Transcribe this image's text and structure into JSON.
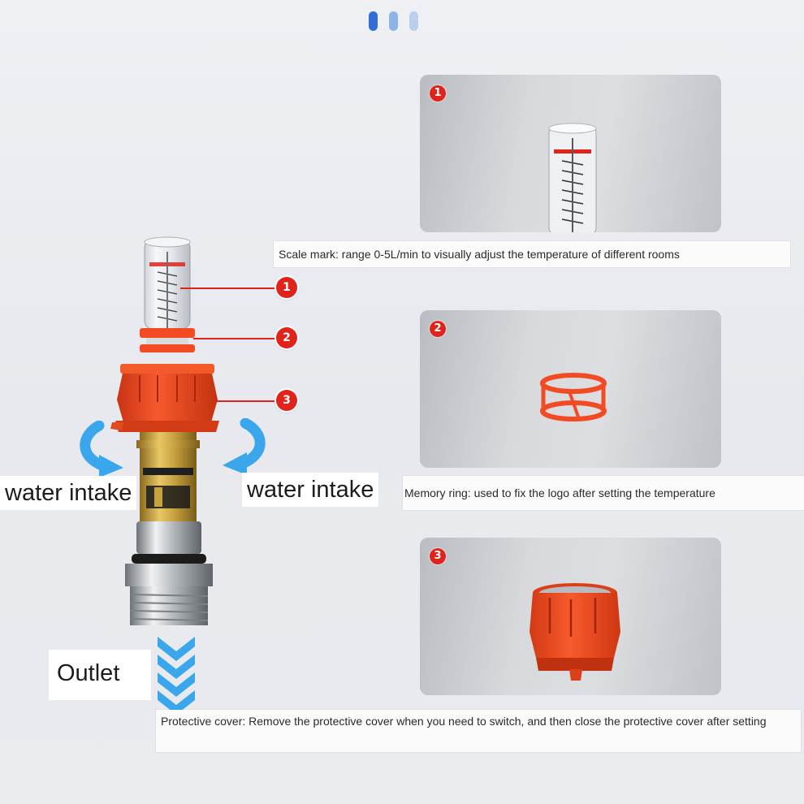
{
  "pager": {
    "dots": [
      {
        "color": "#2e6ed6"
      },
      {
        "color": "#8db4e6"
      },
      {
        "color": "#b9d0ec"
      }
    ]
  },
  "callouts": [
    "1",
    "2",
    "3"
  ],
  "labels": {
    "intake_left": "water intake",
    "intake_right": "water intake",
    "outlet": "Outlet"
  },
  "panels": [
    {
      "badge": "1",
      "caption": "Scale mark: range 0-5L/min to visually adjust the temperature of different rooms"
    },
    {
      "badge": "2",
      "caption": "Memory ring: used to fix the logo after setting the temperature"
    },
    {
      "badge": "3",
      "caption": "Protective cover: Remove the protective cover when you need to switch, and then close the protective cover after setting"
    }
  ],
  "colors": {
    "accent_red": "#e0231b",
    "orange_part": "#f04a24",
    "arrow_blue": "#3aa7ec"
  }
}
